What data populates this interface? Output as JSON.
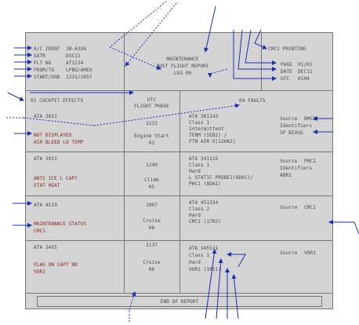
{
  "header": {
    "fields": [
      {
        "label": "A/C IDENT",
        "value": "JB-A3XA"
      },
      {
        "label": "SATR",
        "value": "DSC11"
      },
      {
        "label": "FLT NO",
        "value": "AT1234"
      },
      {
        "label": "FROM/TO",
        "value": "LPBO/AMEX"
      },
      {
        "label": "START/END",
        "value": "1231/3057"
      }
    ],
    "title_lines": [
      "MAINTENANCE",
      "POST FLIGHT REPORT",
      "LEG 00"
    ],
    "right": {
      "printing": "CMC1 PRINTING",
      "page_label": "PAGE",
      "page_value": "01/01",
      "date_label": "DATE",
      "date_value": "DEC11",
      "utc_label": "UTC",
      "utc_value": "0104"
    }
  },
  "section": {
    "left_title": "01 COCKPIT EFFECTS",
    "middle_title_1": "UTC",
    "middle_title_2": "FLIGHT PHASE",
    "right_title": "04 FAULTS"
  },
  "rows": [
    {
      "ata": "ATA 3621",
      "desc1": "NOT DISPLAYED",
      "desc2": "AIR BLEED LO TEMP",
      "utc": "1232",
      "phase1": "Engine Start",
      "phase2": "02",
      "fault_ata": "ATA 361143",
      "fault_class": "Class 1",
      "fault_type": "Intermittent",
      "fault_l1": "TERM (SEB2) /",
      "fault_l2": "FTN AIR V(12HA2)",
      "source_label": "Source",
      "source_value": "BMC2",
      "ident_label": "Identifiers",
      "ident_value": "SP BIVUS"
    },
    {
      "ata": "ATA 3031",
      "desc1": "ANTI ICE L CAPT",
      "desc2": "STAT HEAT",
      "utc": "1240",
      "phase1": "Climb",
      "phase2": "05",
      "fault_ata": "ATA 341116",
      "fault_class": "Class 1",
      "fault_type": "Hard",
      "fault_l1": "L STATIC PROBE1(8DA1)/",
      "fault_l2": "PHC1 (8DA1)",
      "source_label": "Source",
      "source_value": "PHC1",
      "ident_label": "Identifiers",
      "ident_value": "ADR1"
    },
    {
      "ata": "ATA 4519",
      "desc1": "MAINTENANCE STATUS",
      "desc2": "CMC1",
      "utc": "1907",
      "phase1": "Cruise",
      "phase2": "06",
      "fault_ata": "ATA 451334",
      "fault_class": "Class 2",
      "fault_type": "Hard",
      "fault_l1": "CMC2 (1TM2)",
      "fault_l2": "",
      "source_label": "Source",
      "source_value": "CMC1",
      "ident_label": "",
      "ident_value": ""
    },
    {
      "ata": "ATA 3455",
      "desc1": "FLAG ON CAPT ND",
      "desc2": "VOR1",
      "utc": "2137",
      "phase1": "Cruise",
      "phase2": "06",
      "fault_ata": "ATA 345531",
      "fault_class": "Class 1",
      "fault_type": "Hard",
      "fault_l1": "VOR1 (1RS1)",
      "fault_l2": "",
      "source_label": "Source",
      "source_value": "VOR1",
      "ident_label": "",
      "ident_value": ""
    }
  ],
  "footer": "END OF REPORT",
  "colors": {
    "panel": "#d4d4d4",
    "arrow": "#1a2fb8",
    "red_text": "#8a2a1a"
  }
}
